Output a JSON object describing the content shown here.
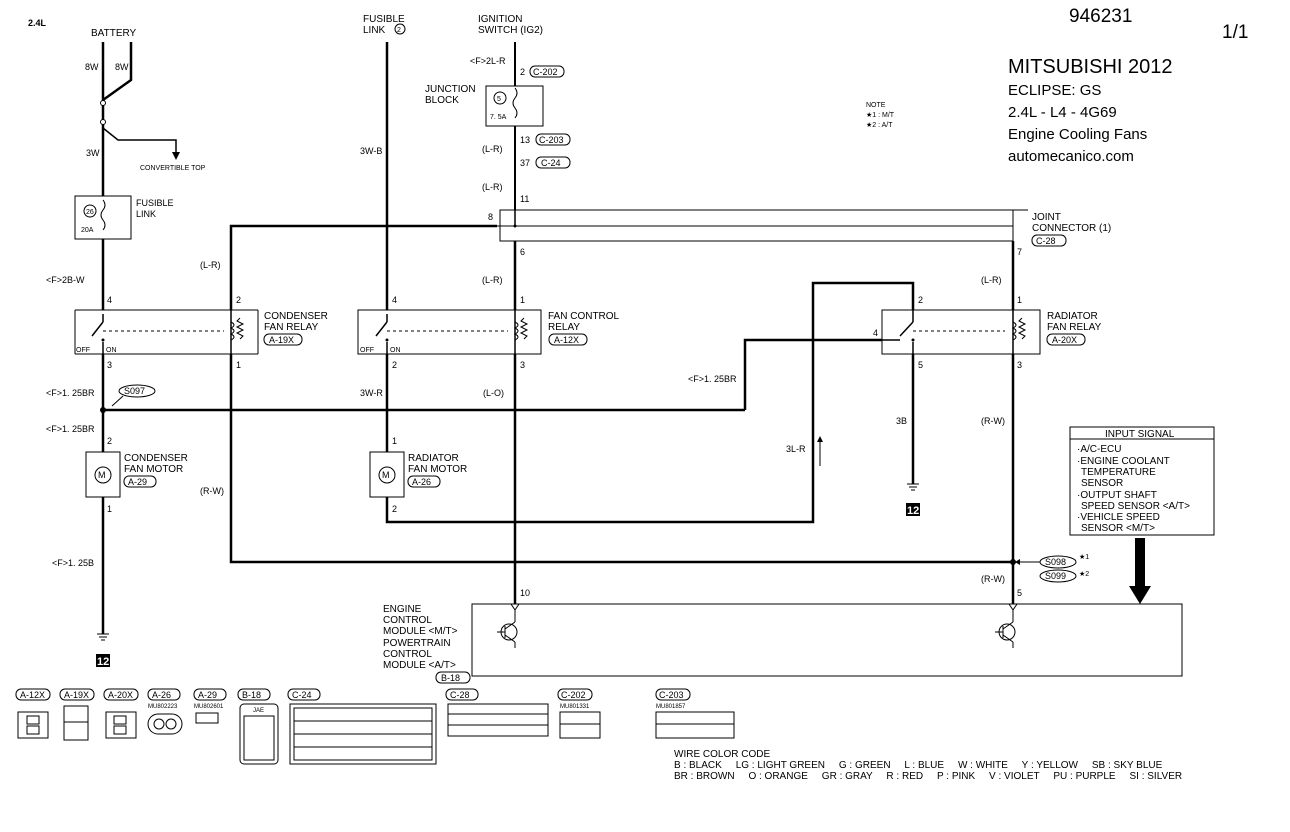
{
  "header": {
    "engine_tag": "2.4L",
    "doc_number": "946231",
    "page": "1/1",
    "make_year": "MITSUBISHI 2012",
    "model": "ECLIPSE: GS",
    "engine": "2.4L - L4 - 4G69",
    "system": "Engine Cooling Fans",
    "site": "automecanico.com"
  },
  "note": {
    "title": "NOTE",
    "n1": "★1 : M/T",
    "n2": "★2 : A/T"
  },
  "labels": {
    "battery": "BATTERY",
    "fusible_link_2_a": "FUSIBLE",
    "fusible_link_2_b": "LINK",
    "fusible_link_2_num": "2",
    "ignition_a": "IGNITION",
    "ignition_b": "SWITCH (IG2)",
    "w8a": "8W",
    "w8b": "8W",
    "w3w": "3W",
    "convertible": "CONVERTIBLE TOP",
    "fl26_num": "26",
    "fl26_amp": "20A",
    "fl_a": "FUSIBLE",
    "fl_b": "LINK",
    "f2bw": "<F>2B-W",
    "w3wb": "3W-B",
    "f2lr": "<F>2L-R",
    "c202_pin": "2",
    "c202": "C-202",
    "jb_a": "JUNCTION",
    "jb_b": "BLOCK",
    "jb_num": "5",
    "jb_amp": "7. 5A",
    "c203_pin": "13",
    "c203": "C-203",
    "lr1": "(L-R)",
    "c24_pin": "37",
    "c24": "C-24",
    "lr2": "(L-R)",
    "jc_pin11": "11",
    "jc_pin8": "8",
    "jc_pin6": "6",
    "jc_pin7": "7",
    "jc_a": "JOINT",
    "jc_b": "CONNECTOR (1)",
    "c28": "C-28",
    "lr_left": "(L-R)",
    "lr_mid": "(L-R)",
    "lr_right": "(L-R)",
    "cfr_p4": "4",
    "cfr_p2": "2",
    "cfr_p3": "3",
    "cfr_p1": "1",
    "cfr_a": "CONDENSER",
    "cfr_b": "FAN RELAY",
    "cfr_id": "A-19X",
    "fcr_p4": "4",
    "fcr_p1": "1",
    "fcr_p2": "2",
    "fcr_p3": "3",
    "fcr_a": "FAN CONTROL",
    "fcr_b": "RELAY",
    "fcr_id": "A-12X",
    "rfr_p2": "2",
    "rfr_p1": "1",
    "rfr_p4": "4",
    "rfr_p5": "5",
    "rfr_p3": "3",
    "rfr_a": "RADIATOR",
    "rfr_b": "FAN RELAY",
    "rfr_id": "A-20X",
    "off1": "OFF",
    "on1": "ON",
    "off2": "OFF",
    "on2": "ON",
    "f125br_1": "<F>1. 25BR",
    "s097": "S097",
    "f125br_2": "<F>1. 25BR",
    "f125br_3": "<F>1. 25BR",
    "w3wr": "3W-R",
    "lo": "(L-O)",
    "cfm_p2": "2",
    "cfm_p1": "1",
    "cfm_a": "CONDENSER",
    "cfm_b": "FAN MOTOR",
    "cfm_id": "A-29",
    "rfm_p1": "1",
    "rfm_p2": "2",
    "rfm_a": "RADIATOR",
    "rfm_b": "FAN MOTOR",
    "rfm_id": "A-26",
    "rw_left": "(R-W)",
    "rw_right": "(R-W)",
    "rw_right2": "(R-W)",
    "w3lr": "3L-R",
    "w3b": "3B",
    "gnd_num1": "12",
    "gnd_num2": "12",
    "f125b": "<F>1. 25B",
    "s098": "S098",
    "s098_star": "★1",
    "s099": "S099",
    "s099_star": "★2",
    "ecm_p10": "10",
    "ecm_p5": "5",
    "ecm_a": "ENGINE",
    "ecm_b": "CONTROL",
    "ecm_c": "MODULE <M/T>",
    "ecm_d": "POWERTRAIN",
    "ecm_e": "CONTROL",
    "ecm_f": "MODULE <A/T>",
    "ecm_id": "B-18"
  },
  "input_signal": {
    "title": "INPUT SIGNAL",
    "lines": [
      "·A/C-ECU",
      "·ENGINE COOLANT",
      "  TEMPERATURE",
      "  SENSOR",
      "·OUTPUT SHAFT",
      "  SPEED SENSOR <A/T>",
      "·VEHICLE SPEED",
      "  SENSOR <M/T>"
    ]
  },
  "connectors": {
    "a12x": "A-12X",
    "a19x": "A-19X",
    "a20x": "A-20X",
    "a26": "A-26",
    "a29": "A-29",
    "b18": "B-18",
    "c24": "C-24",
    "c28": "C-28",
    "c202": "C-202",
    "c203": "C-203",
    "mu802223": "MU802223",
    "mu802601": "MU802601",
    "mu801331": "MU801331",
    "mu801857": "MU801857",
    "jae": "JAE"
  },
  "wire_color_code": {
    "title": "WIRE COLOR CODE",
    "line1": "B : BLACK     LG : LIGHT GREEN     G : GREEN     L : BLUE     W : WHITE     Y : YELLOW     SB : SKY BLUE",
    "line2": "BR : BROWN     O : ORANGE     GR : GRAY     R : RED     P : PINK     V : VIOLET     PU : PURPLE     SI : SILVER"
  }
}
